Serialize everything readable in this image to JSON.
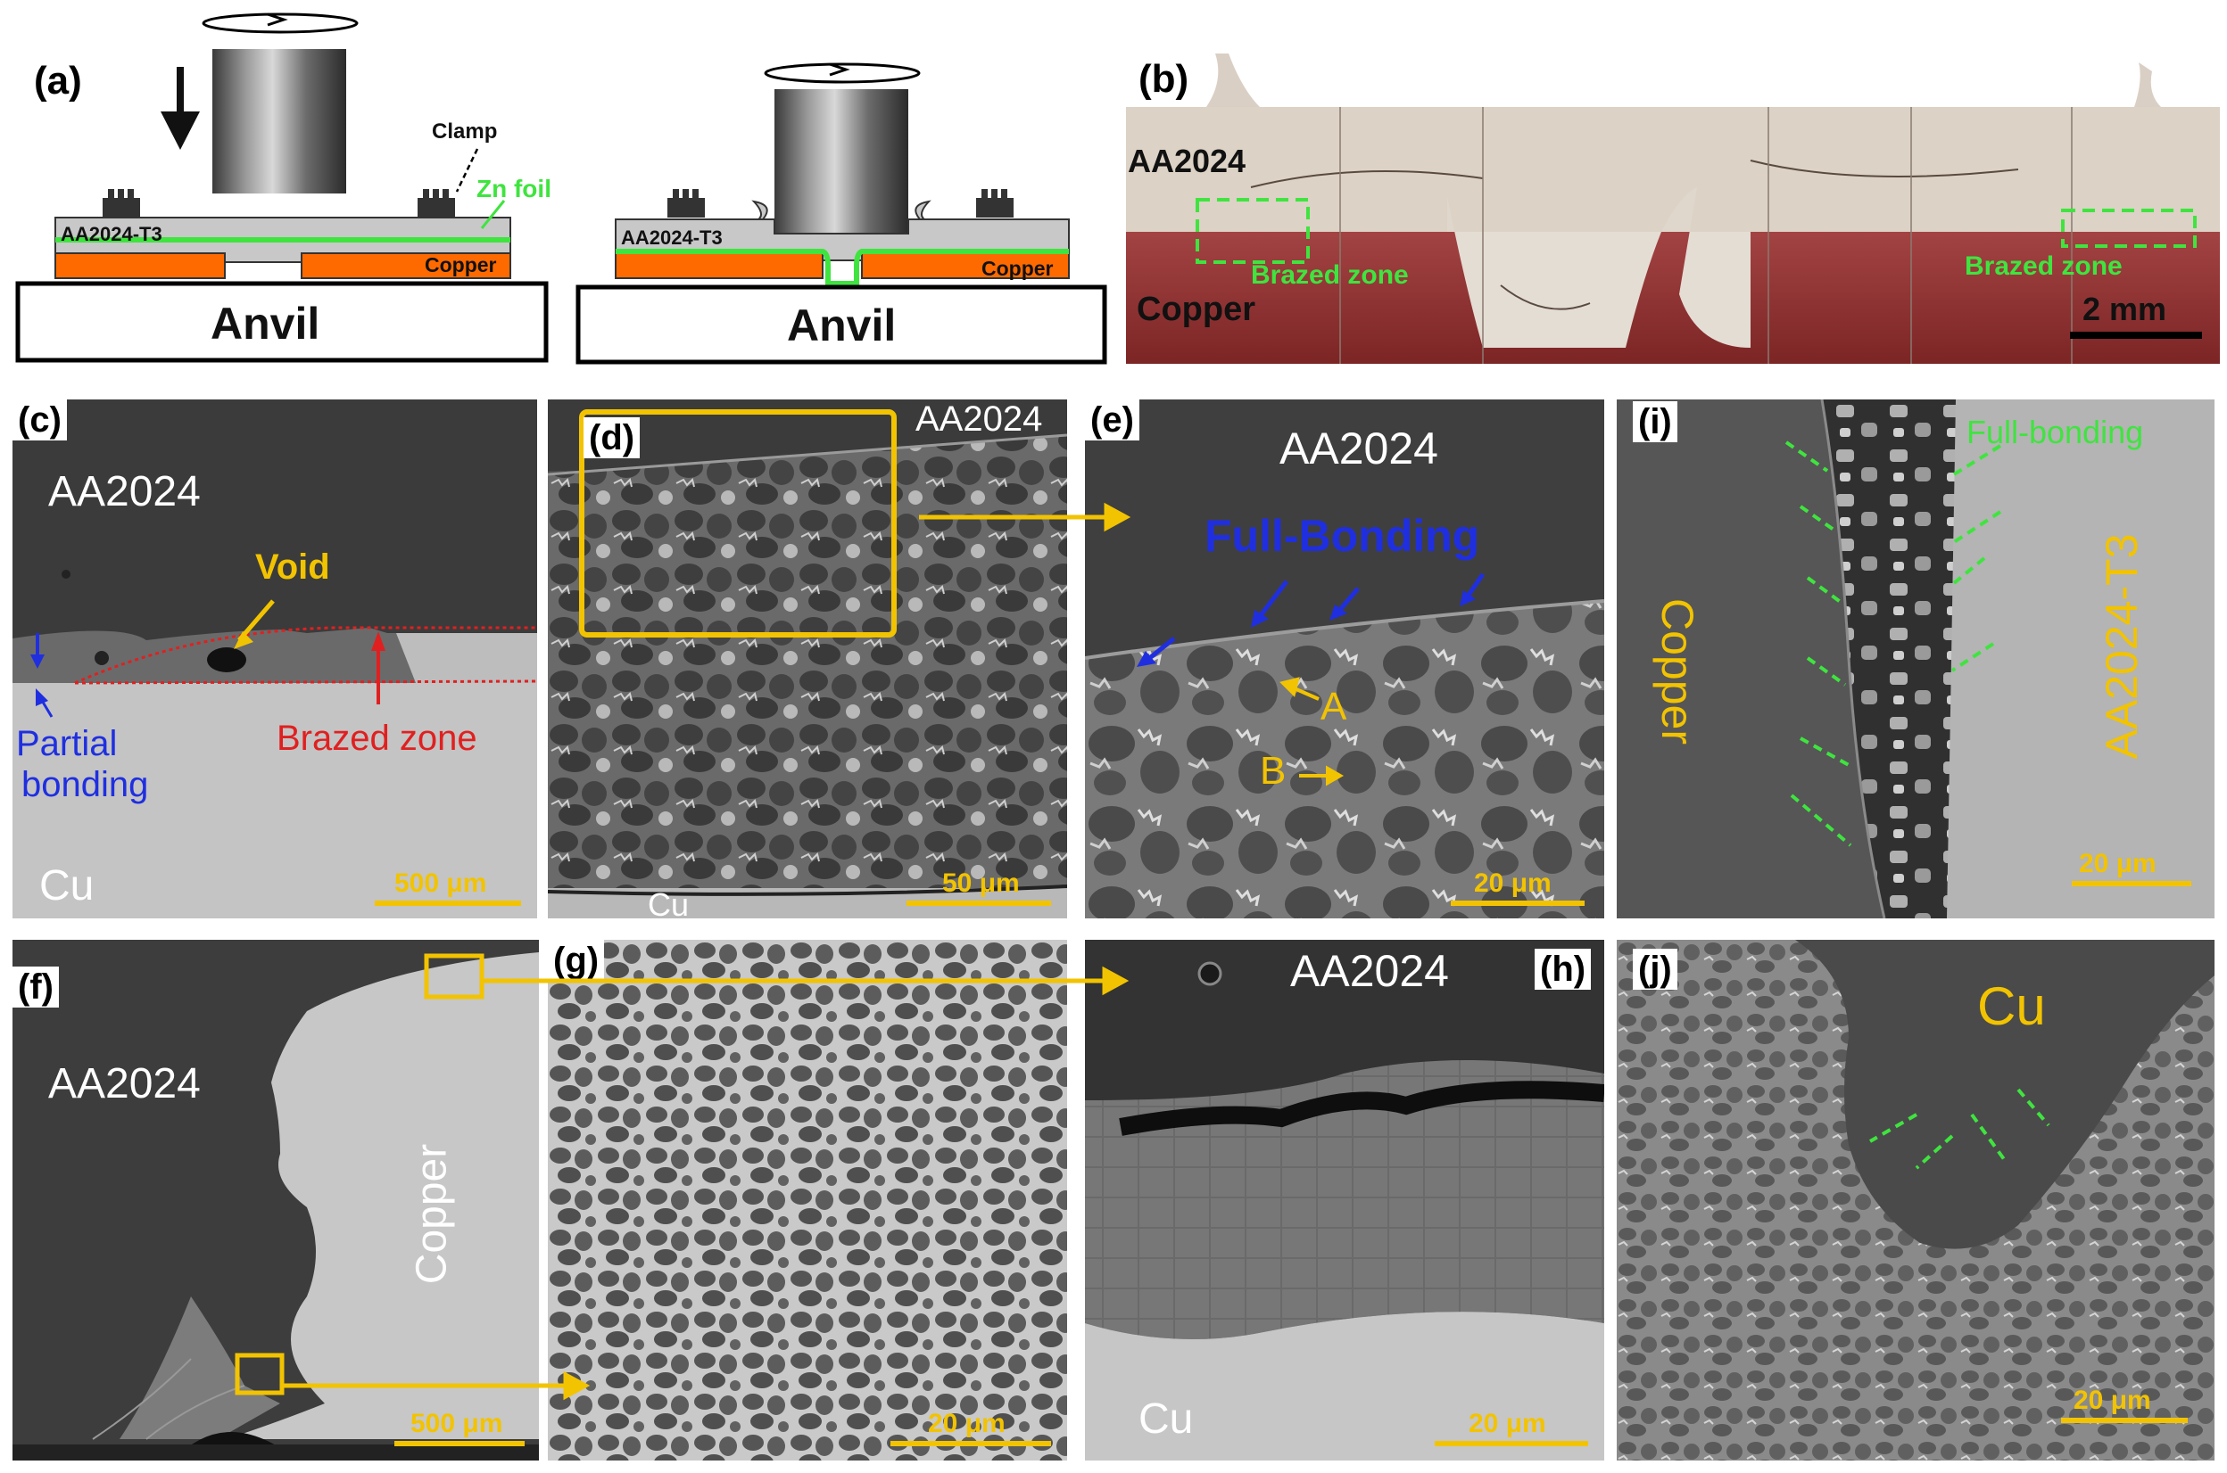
{
  "panels": {
    "a": {
      "label": "(a)",
      "clamp": "Clamp",
      "foil": "Zn foil",
      "plate": "AA2024-T3",
      "copper": "Copper",
      "anvil": "Anvil"
    },
    "b": {
      "label": "(b)",
      "top": "AA2024",
      "bottom": "Copper",
      "zone_left": "Brazed zone",
      "zone_right": "Brazed zone",
      "scale": "2 mm"
    },
    "c": {
      "label": "(c)",
      "top": "AA2024",
      "void": "Void",
      "partial1": "Partial",
      "partial2": "bonding",
      "brazed": "Brazed zone",
      "cu": "Cu",
      "scale": "500 μm"
    },
    "d": {
      "label": "(d)",
      "top": "AA2024",
      "bottom": "Cu",
      "scale": "50 μm"
    },
    "e": {
      "label": "(e)",
      "top": "AA2024",
      "bond": "Full-Bonding",
      "a": "A",
      "b": "B",
      "scale": "20 μm"
    },
    "i": {
      "label": "(i)",
      "bond": "Full-bonding",
      "left": "Copper",
      "right": "AA2024-T3",
      "scale": "20 μm"
    },
    "f": {
      "label": "(f)",
      "left": "AA2024",
      "right": "Copper",
      "scale": "500 μm"
    },
    "g": {
      "label": "(g)",
      "scale": "20 μm"
    },
    "h": {
      "label": "(h)",
      "top": "AA2024",
      "bottom": "Cu",
      "scale": "20 μm"
    },
    "j": {
      "label": "(j)",
      "top": "Cu",
      "scale": "20 μm"
    }
  },
  "colors": {
    "yellow": "#f2c300",
    "green": "#3fe43f",
    "blue": "#1f2fe0",
    "red": "#e02020",
    "copper": "#ff6a00"
  }
}
